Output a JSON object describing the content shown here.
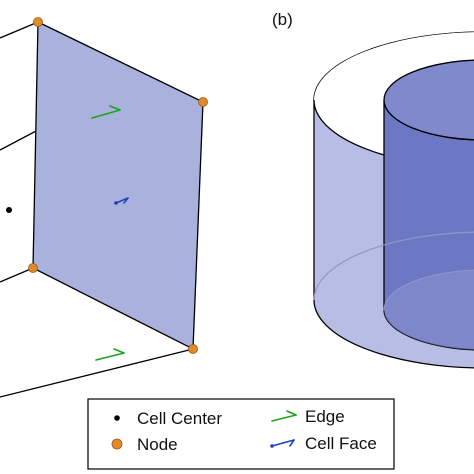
{
  "panel_b": {
    "label": "(b)"
  },
  "legend": {
    "items": [
      {
        "label": "Cell Center",
        "icon": "black-dot-icon"
      },
      {
        "label": "Node",
        "icon": "orange-dot-icon"
      },
      {
        "label": "Edge",
        "icon": "green-arrow-icon"
      },
      {
        "label": "Cell Face",
        "icon": "blue-arrow-icon"
      }
    ]
  },
  "colors": {
    "face_fill": "#a9b1dd",
    "node": "#e08a2c",
    "edge_arrow": "#1ea11e",
    "face_arrow": "#1f3fb8",
    "cell_center": "#000000",
    "cylinder_light": "#b8bde6",
    "cylinder_dark": "#6d78c4"
  }
}
